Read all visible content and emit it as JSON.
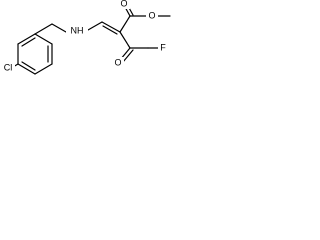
{
  "structure": {
    "atoms": {
      "cl": "Cl",
      "nh": "NH",
      "o_ester_carbonyl": "O",
      "o_ester_link": "O",
      "o_ketone": "O",
      "f": "F"
    }
  }
}
